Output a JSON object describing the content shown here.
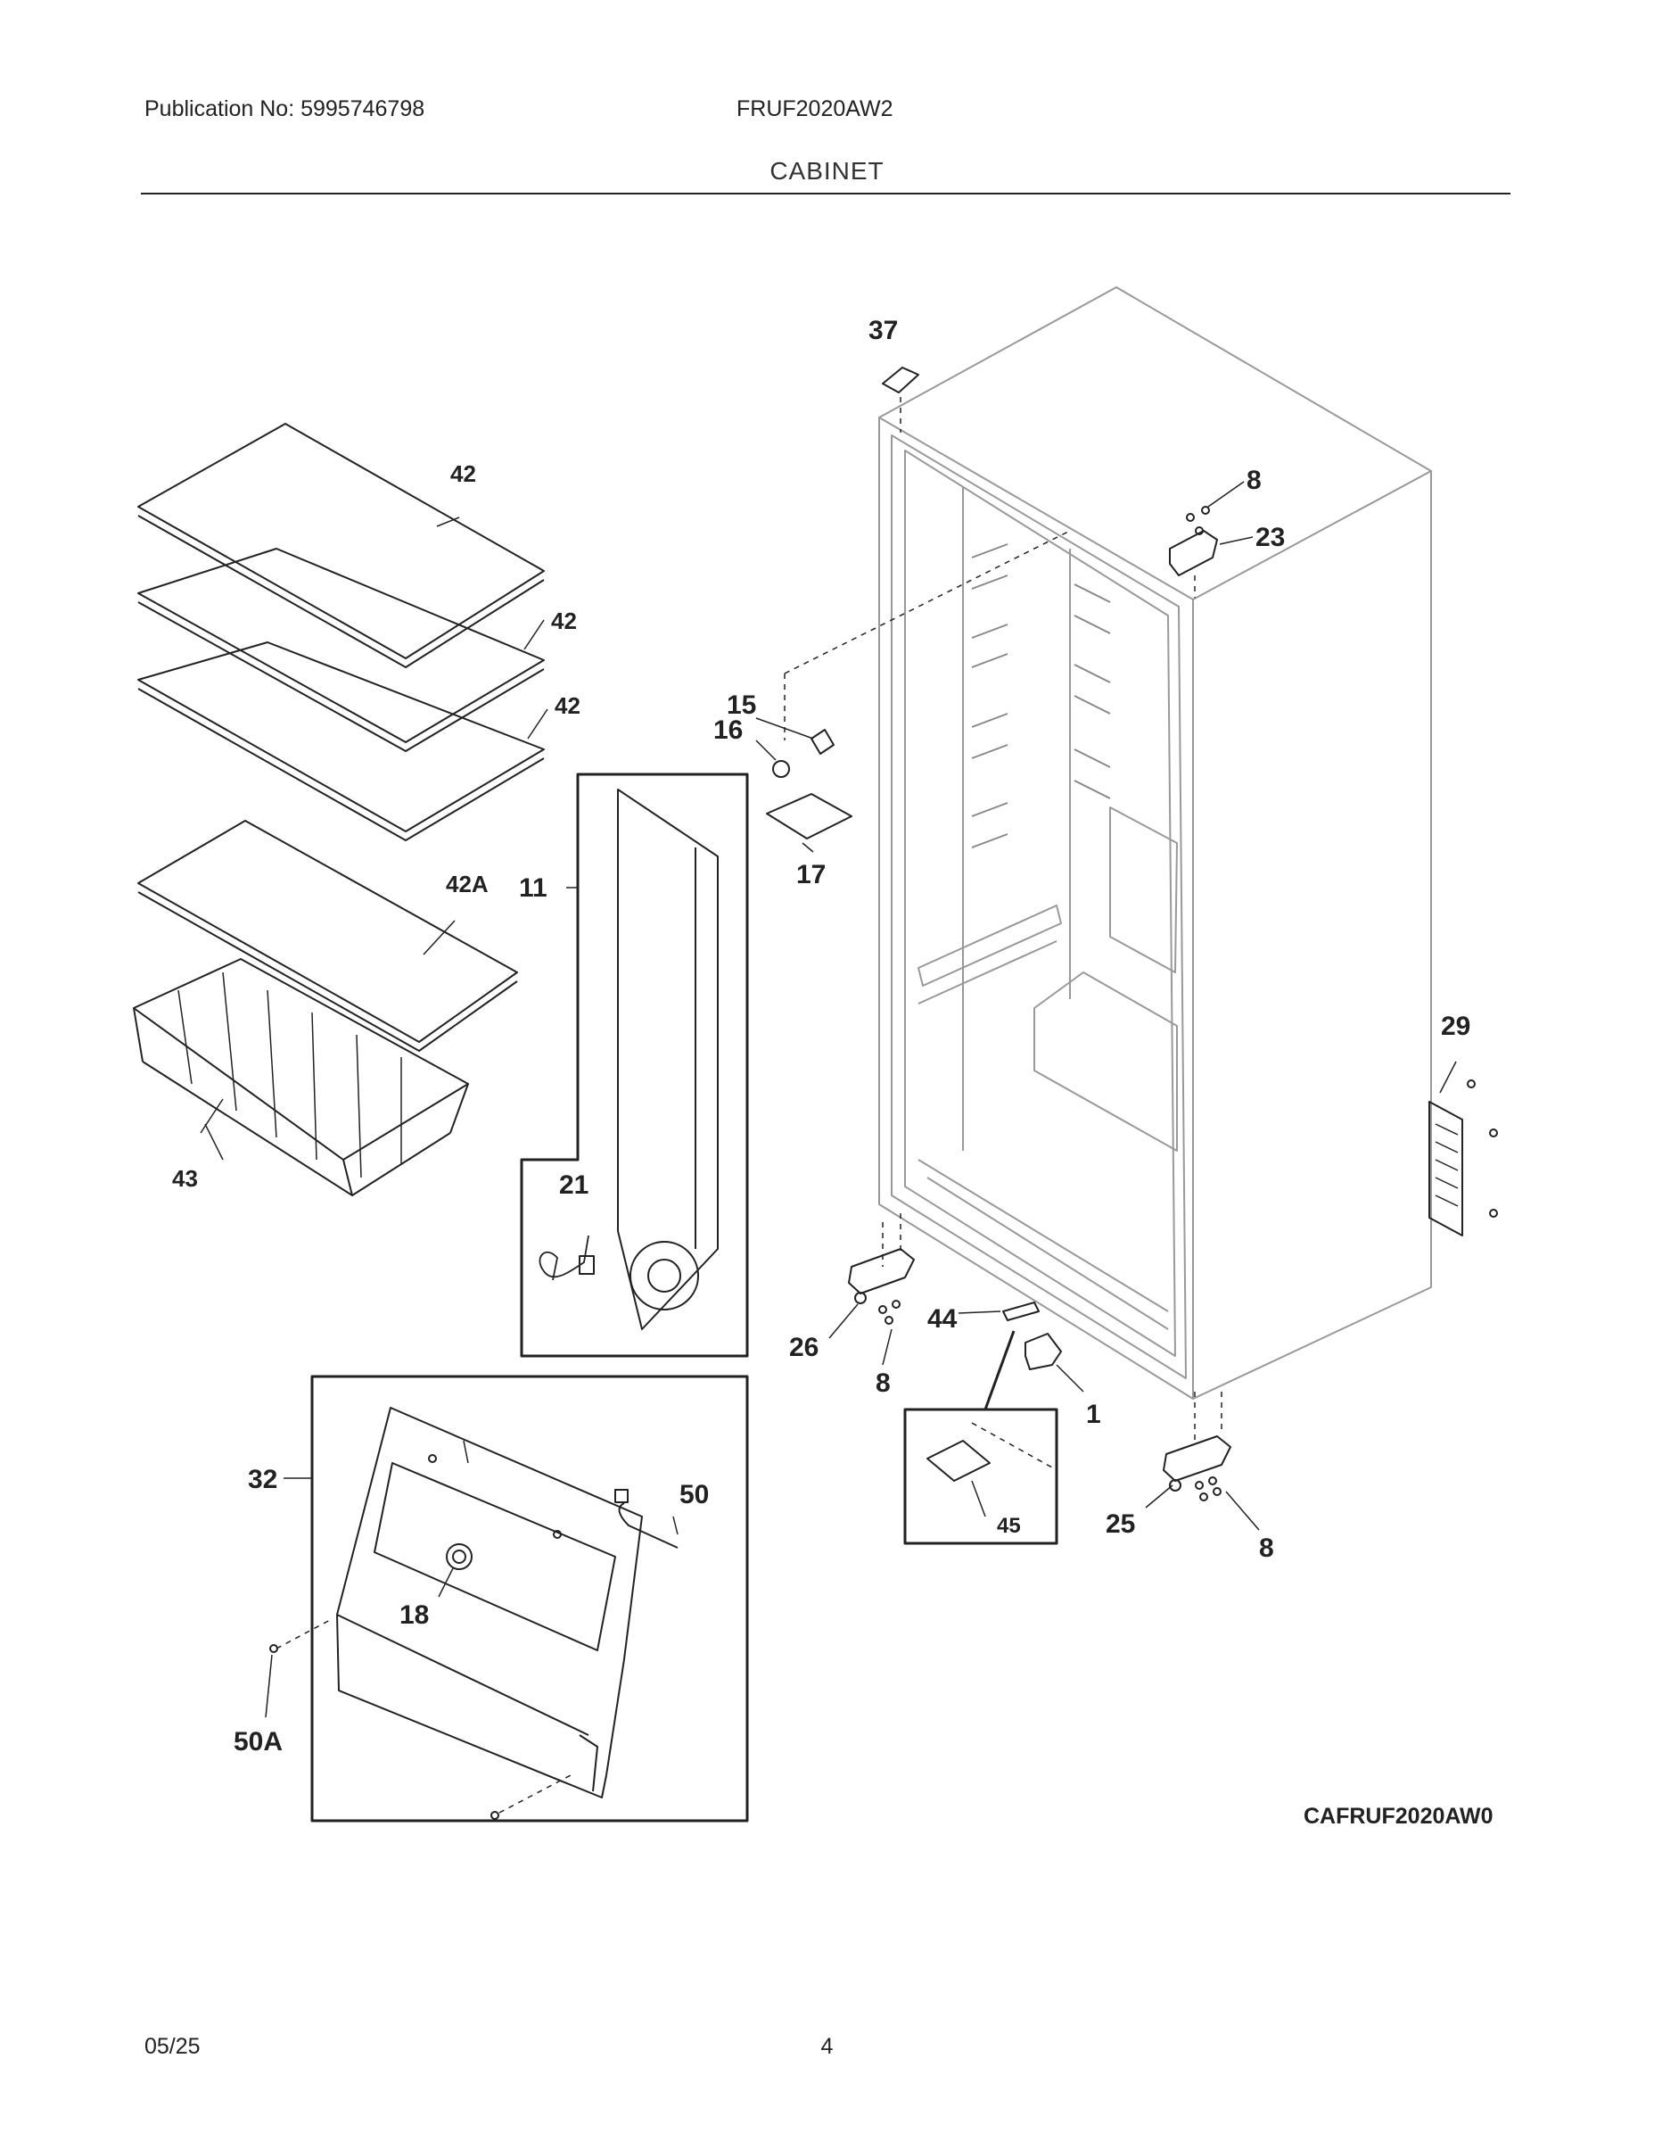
{
  "header": {
    "publication": "Publication No: 5995746798",
    "model": "FRUF2020AW2",
    "section": "CABINET"
  },
  "footer": {
    "date": "05/25",
    "page": "4"
  },
  "diagram_code": "CAFRUF2020AW0",
  "callouts": {
    "c37": "37",
    "c8a": "8",
    "c23": "23",
    "c42a": "42",
    "c42b": "42",
    "c42c": "42",
    "c42A": "42A",
    "c43": "43",
    "c15": "15",
    "c16": "16",
    "c17": "17",
    "c11": "11",
    "c21": "21",
    "c29": "29",
    "c26": "26",
    "c8b": "8",
    "c44": "44",
    "c1": "1",
    "c45": "45",
    "c25": "25",
    "c8c": "8",
    "c32": "32",
    "c50": "50",
    "c18": "18",
    "c50A": "50A"
  }
}
